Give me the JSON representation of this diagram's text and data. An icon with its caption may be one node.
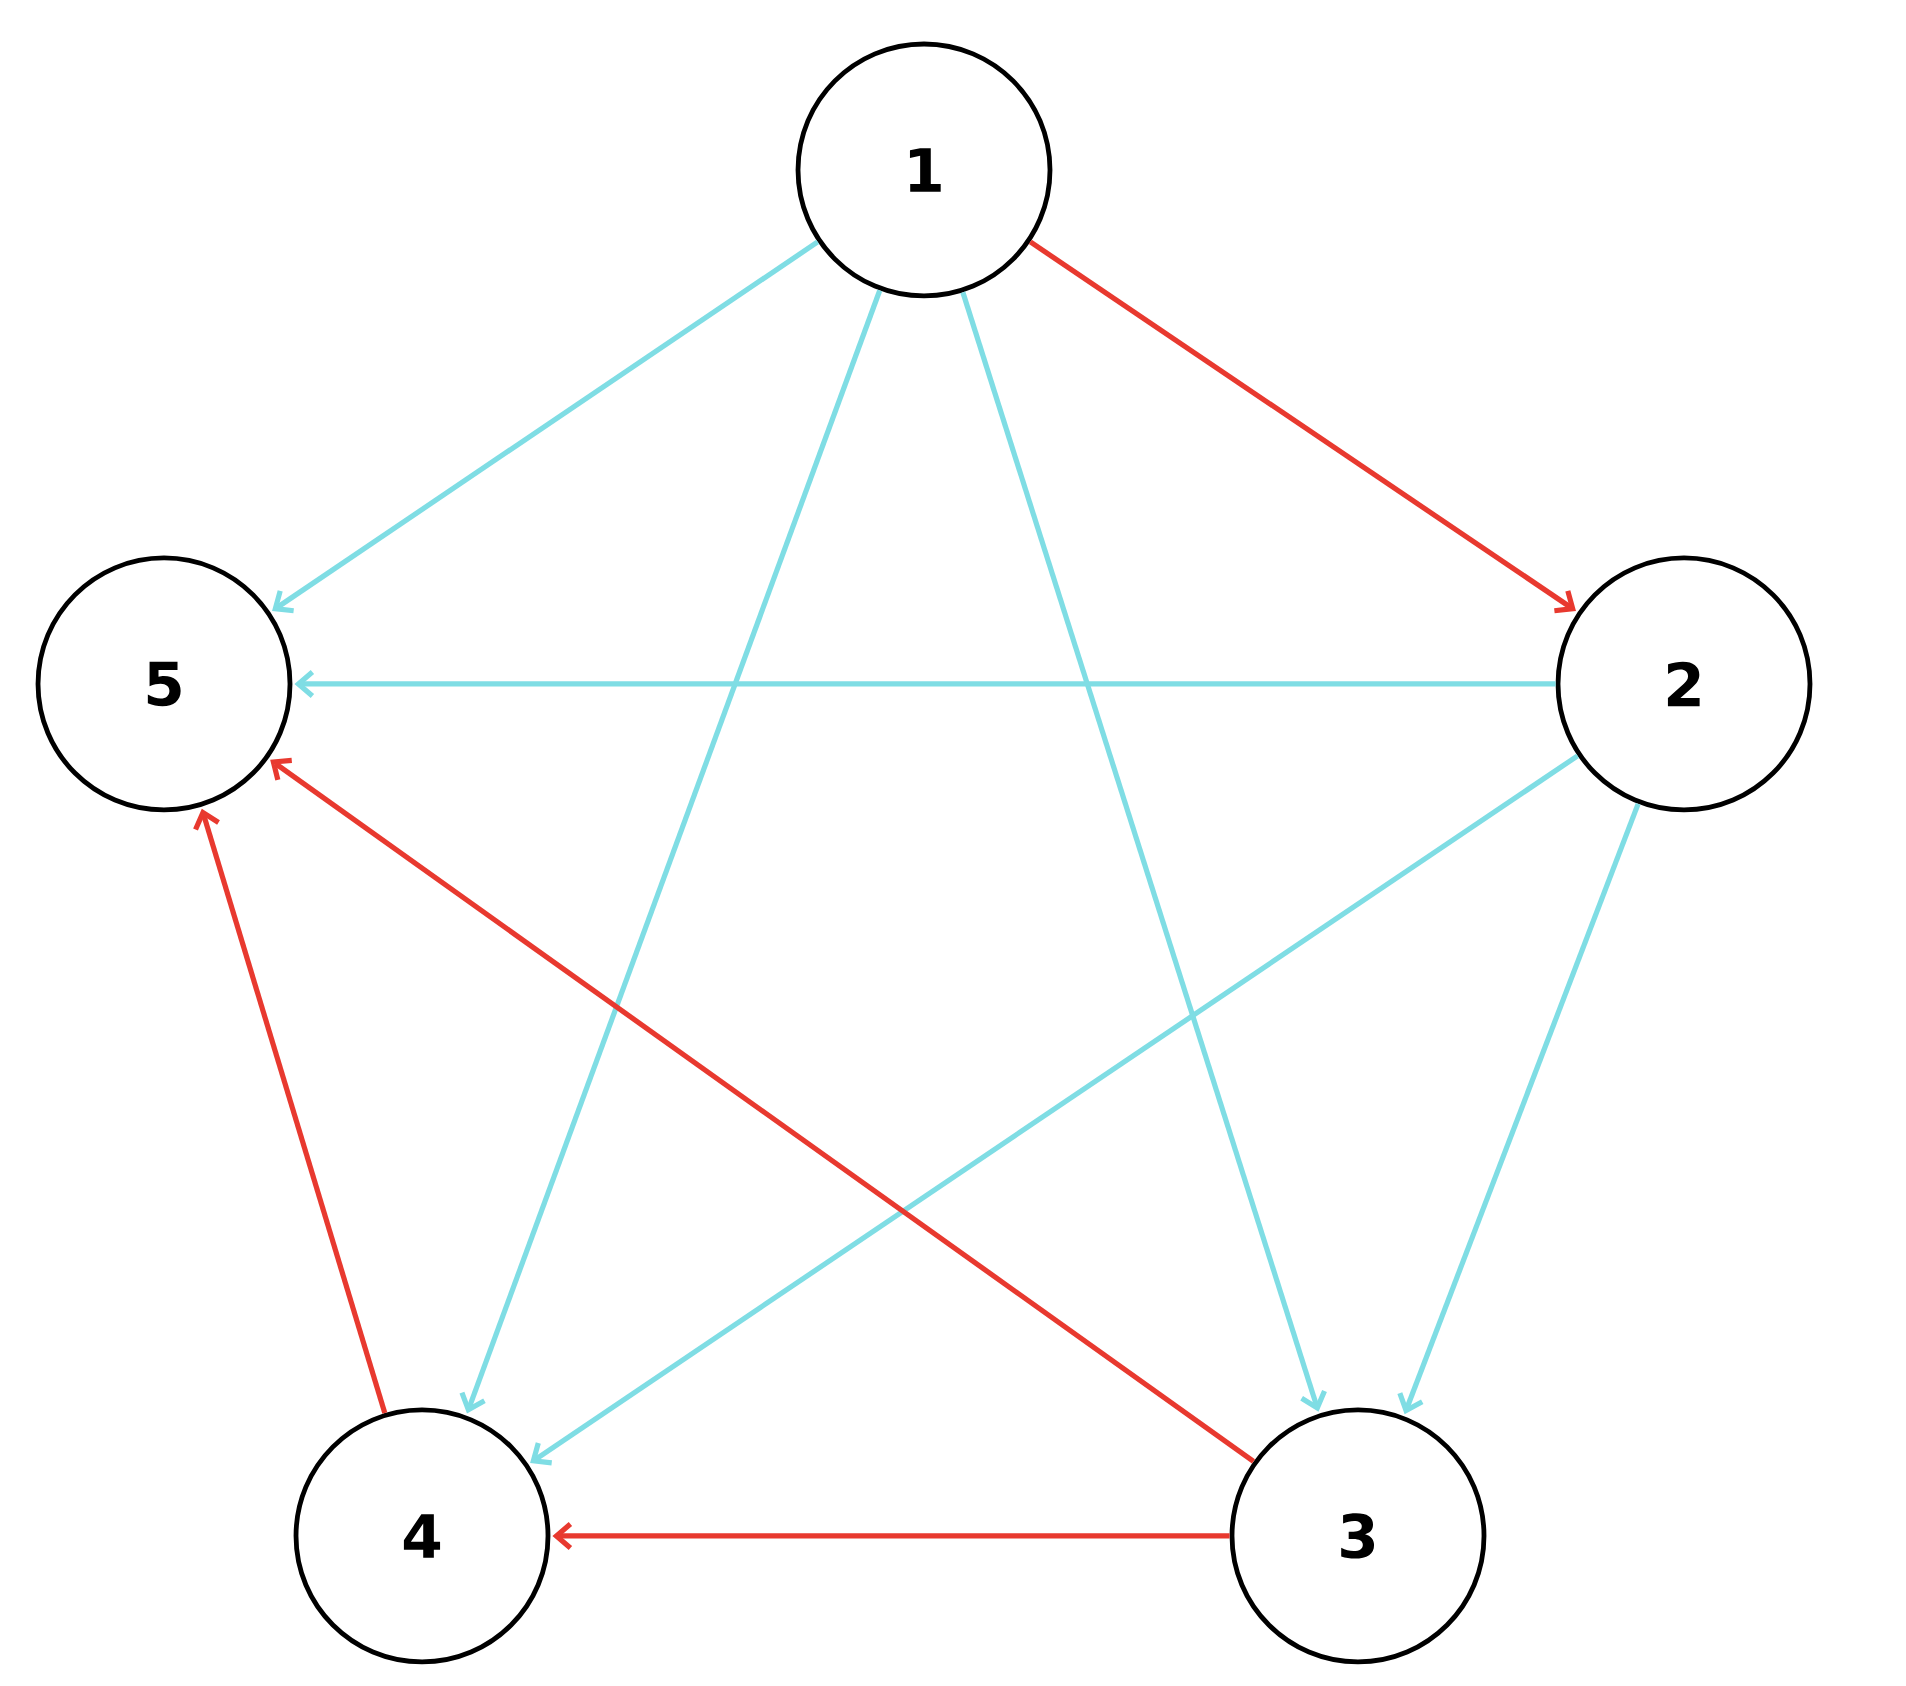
{
  "diagram": {
    "nodes": [
      {
        "text": [
          "1"
        ]
      },
      {
        "text": [
          "2"
        ]
      },
      {
        "text": [
          "3"
        ]
      },
      {
        "text": [
          "4"
        ]
      },
      {
        "text": [
          "5"
        ]
      }
    ],
    "edges": [
      {
        "from": 0,
        "to": 1,
        "arrow": "to",
        "color": "#e8392f"
      },
      {
        "from": 0,
        "to": 4,
        "arrow": "to"
      },
      {
        "from": 0,
        "to": 3,
        "arrow": "to"
      },
      {
        "from": 0,
        "to": 2,
        "arrow": "to"
      },
      {
        "from": 1,
        "to": 4,
        "arrow": "to"
      },
      {
        "from": 1,
        "to": 3,
        "arrow": "to"
      },
      {
        "from": 1,
        "to": 2,
        "arrow": "to"
      },
      {
        "from": 2,
        "to": 4,
        "arrow": "to",
        "color": "#e8392f"
      },
      {
        "from": 2,
        "to": 3,
        "arrow": "to",
        "color": "#e8392f"
      },
      {
        "from": 3,
        "to": 4,
        "arrow": "to",
        "color": "#e8392f"
      }
    ]
  }
}
